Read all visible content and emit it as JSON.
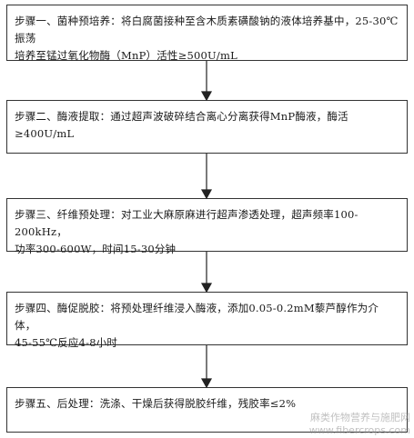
{
  "steps": [
    {
      "lines": [
        "步骤一、菌种预培养：将白腐菌接种至含木质素磺酸钠的液体培养基中，25-30℃振荡",
        "培养至锰过氧化物酶（MnP）活性≥500U/mL"
      ]
    },
    {
      "lines": [
        "步骤二、酶液提取：通过超声波破碎结合离心分离获得MnP酶液，酶活≥400U/mL"
      ]
    },
    {
      "lines": [
        "步骤三、纤维预处理：对工业大麻原麻进行超声渗透处理，超声频率100-200kHz，",
        "功率300-600W，时间15-30分钟"
      ]
    },
    {
      "lines": [
        "步骤四、酶促脱胶：将预处理纤维浸入酶液，添加0.05-0.2mM藜芦醇作为介体，",
        "45-55℃反应4-8小时"
      ]
    },
    {
      "lines": [
        "步骤五、后处理：洗涤、干燥后获得脱胶纤维，残胶率≤2%"
      ]
    }
  ],
  "watermark": {
    "line1": "麻类作物营养与施肥网",
    "line2": "www.fibercrops.com"
  },
  "colors": {
    "border": "#333333",
    "arrow": "#222222",
    "text": "#1a1a1a"
  }
}
